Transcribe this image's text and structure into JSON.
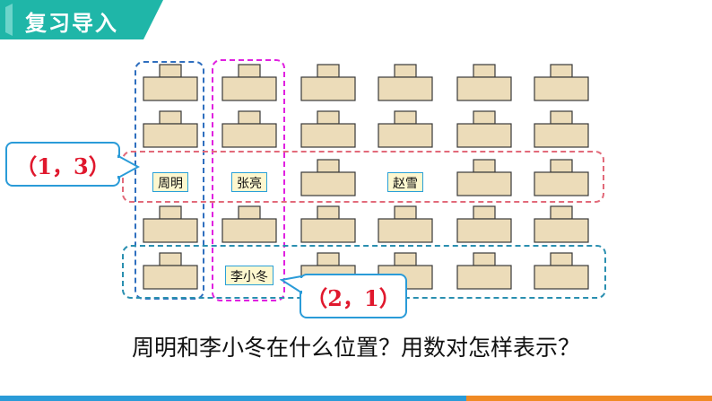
{
  "header": {
    "title": "复习导入"
  },
  "colors": {
    "header_teal": "#1fb6a8",
    "desk_fill": "#ecdcb9",
    "desk_stroke": "#3a3a3a",
    "column_blue_dash": "#2f6fbf",
    "column_magenta_dash": "#e020e0",
    "row_red_dash": "#e26a7a",
    "row_teal_dash": "#2a8fb0",
    "callout_text": "#e0182d",
    "callout_border": "#2a9bd8"
  },
  "students": {
    "zhou_ming": "周明",
    "zhang_liang": "张亮",
    "zhao_xue": "赵雪",
    "li_xiaodong": "李小冬"
  },
  "callouts": {
    "zhou_ming_pair": "（1，3）",
    "li_xiaodong_pair": "（2，1）"
  },
  "question": "周明和李小冬在什么位置？用数对怎样表示？"
}
